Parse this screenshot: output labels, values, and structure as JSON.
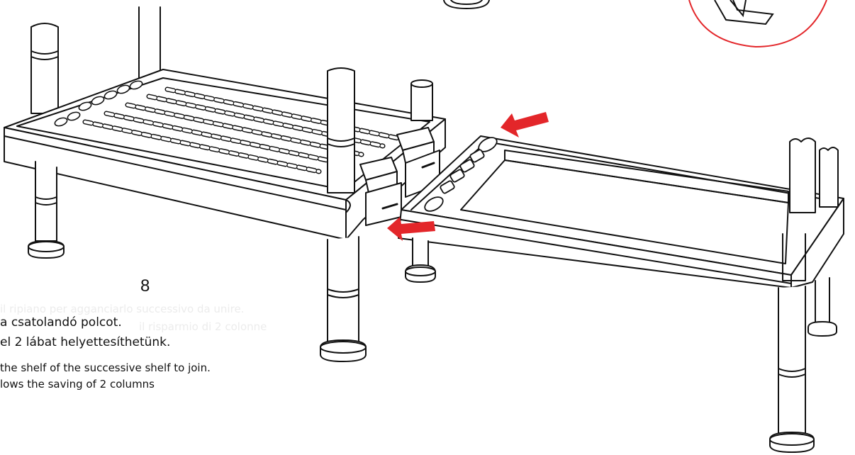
{
  "step": {
    "number": "8"
  },
  "instructions": {
    "ghost_lines": [
      "il ripiano per agganciarlo successivo da unire.",
      "il risparmio di 2 colonne"
    ],
    "hungarian": [
      "a csatolandó polcot.",
      "el 2 lábat helyettesíthetünk."
    ],
    "english": [
      "the shelf of the successive shelf to join.",
      "lows the saving of 2 columns"
    ]
  },
  "colors": {
    "ink": "#111111",
    "arrow": "#e3262a",
    "detail_circle": "#e3262a",
    "ghost_text": "#ececec"
  },
  "icons": [
    "arrow-left-icon",
    "arrow-left-icon",
    "magnifier-detail-icon"
  ]
}
